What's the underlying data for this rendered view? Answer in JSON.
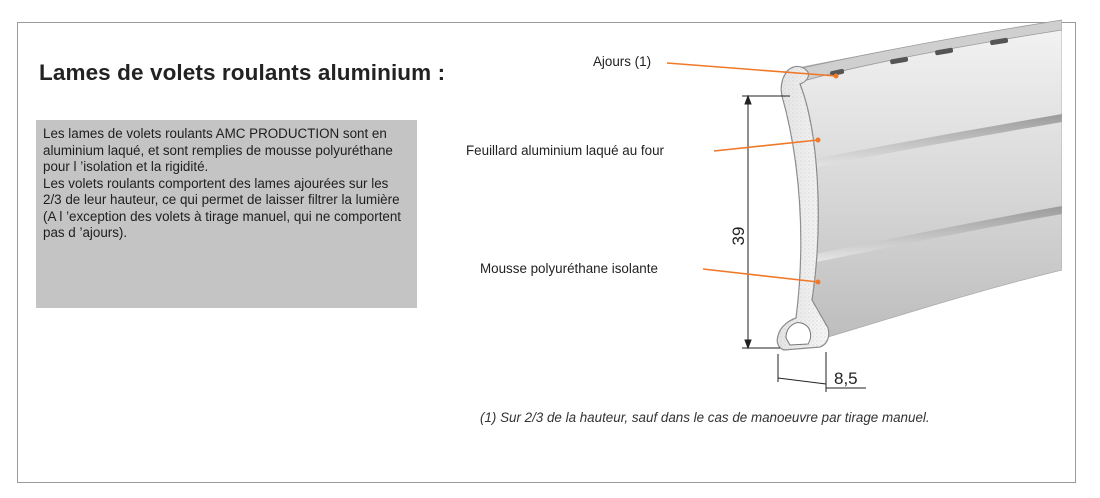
{
  "title": "Lames de volets roulants aluminium :",
  "description": {
    "paragraph1": "Les lames de volets roulants AMC PRODUCTION sont en aluminium laqué, et sont remplies de mousse polyuréthane pour l ’isolation et la rigidité.",
    "paragraph2": "Les volets roulants comportent des lames ajourées sur les 2/3 de leur hauteur, ce qui permet de laisser filtrer la lumière (A l ’exception des volets à tirage manuel, qui ne comportent pas d ’ajours)."
  },
  "callouts": {
    "ajours": "Ajours (1)",
    "feuillard": "Feuillard aluminium laqué au four",
    "mousse": "Mousse polyuréthane isolante"
  },
  "dimensions": {
    "height": "39",
    "width": "8,5"
  },
  "footnote": "(1) Sur 2/3 de la hauteur, sauf dans le cas de manoeuvre par tirage manuel.",
  "colors": {
    "leader_line": "#f07828",
    "panel_bg": "#c4c4c4",
    "frame_border": "#9a9a9a"
  }
}
